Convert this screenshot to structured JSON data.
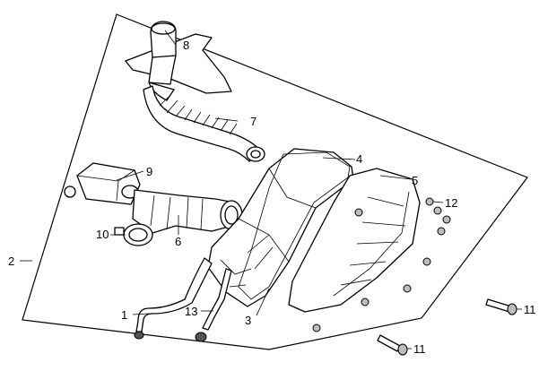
{
  "callouts": [
    {
      "id": "c1",
      "label": "1"
    },
    {
      "id": "c2",
      "label": "2"
    },
    {
      "id": "c3",
      "label": "3"
    },
    {
      "id": "c4",
      "label": "4"
    },
    {
      "id": "c5",
      "label": "5"
    },
    {
      "id": "c6",
      "label": "6"
    },
    {
      "id": "c7",
      "label": "7"
    },
    {
      "id": "c8",
      "label": "8"
    },
    {
      "id": "c9",
      "label": "9"
    },
    {
      "id": "c10",
      "label": "10"
    },
    {
      "id": "c11a",
      "label": "11"
    },
    {
      "id": "c11b",
      "label": "11"
    },
    {
      "id": "c12",
      "label": "12"
    },
    {
      "id": "c13",
      "label": "13"
    }
  ]
}
